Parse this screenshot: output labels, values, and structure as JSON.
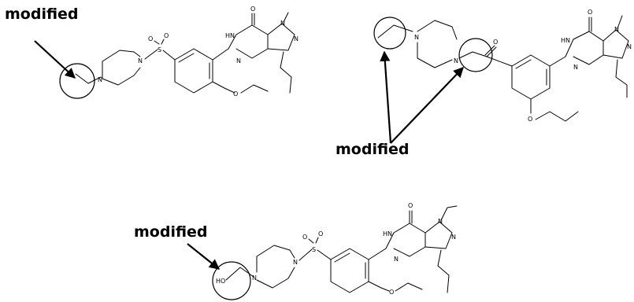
{
  "callouts": {
    "top_left": "modified",
    "top_right": "modified",
    "bottom": "modified"
  },
  "atom_labels": {
    "nitrogen": "N",
    "nitrogen_h": "HN",
    "oxygen": "O",
    "sulfur": "S",
    "hydroxyl": "HO"
  },
  "colors": {
    "ink": "#000000",
    "background": "#ffffff"
  }
}
